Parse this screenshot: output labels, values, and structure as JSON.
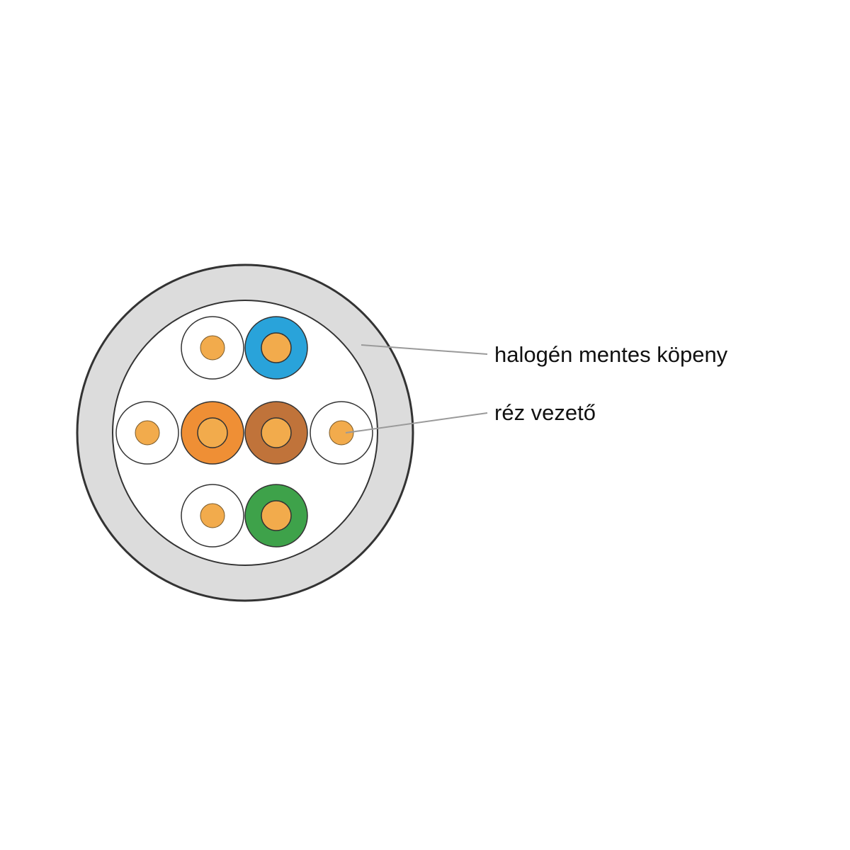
{
  "labels": {
    "jacket": "halogén mentes köpeny",
    "conductor": "réz vezető"
  },
  "colors": {
    "background": "#ffffff",
    "outline": "#333333",
    "jacket": "#dcdcdc",
    "inner_fill": "#ffffff",
    "copper_core": "#f2ab4c",
    "leader_line": "#9a9a9a"
  },
  "conductors": [
    {
      "id": "white-blue",
      "insulation": "#ffffff"
    },
    {
      "id": "blue",
      "insulation": "#29a3da"
    },
    {
      "id": "white-orange",
      "insulation": "#ffffff"
    },
    {
      "id": "orange",
      "insulation": "#ef8f35"
    },
    {
      "id": "brown",
      "insulation": "#c0733a"
    },
    {
      "id": "white-brown",
      "insulation": "#ffffff"
    },
    {
      "id": "white-green",
      "insulation": "#ffffff"
    },
    {
      "id": "green",
      "insulation": "#3ea24a"
    }
  ]
}
